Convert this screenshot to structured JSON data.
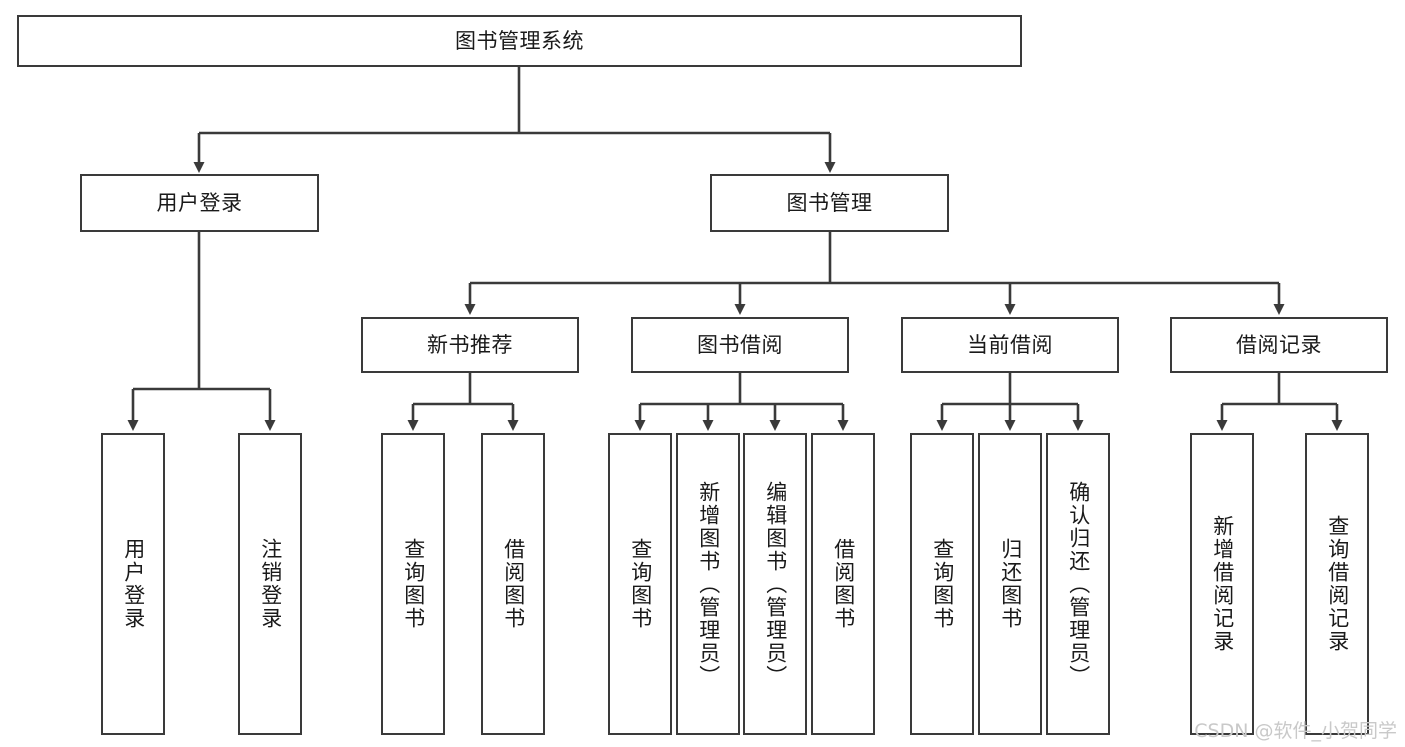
{
  "diagram": {
    "title": "图书管理系统",
    "type": "hierarchy-tree",
    "watermark": "CSDN @软件_小贺同学",
    "colors": {
      "stroke": "#3a3a3a",
      "fill": "#ffffff",
      "text": "#1a1a1a",
      "watermark": "#c9c9c9"
    },
    "nodes": {
      "root": {
        "label": "图书管理系统"
      },
      "level2": [
        {
          "id": "user-login",
          "label": "用户登录"
        },
        {
          "id": "book-manage",
          "label": "图书管理"
        }
      ],
      "level3": [
        {
          "id": "new-book-rec",
          "label": "新书推荐"
        },
        {
          "id": "book-borrow",
          "label": "图书借阅"
        },
        {
          "id": "current-borrow",
          "label": "当前借阅"
        },
        {
          "id": "borrow-record",
          "label": "借阅记录"
        }
      ],
      "leaves": [
        {
          "id": "leaf-user-login",
          "label": "用户登录",
          "parent": "user-login"
        },
        {
          "id": "leaf-logout",
          "label": "注销登录",
          "parent": "user-login"
        },
        {
          "id": "leaf-query-book-1",
          "label": "查询图书",
          "parent": "new-book-rec"
        },
        {
          "id": "leaf-borrow-book-1",
          "label": "借阅图书",
          "parent": "new-book-rec"
        },
        {
          "id": "leaf-query-book-2",
          "label": "查询图书",
          "parent": "book-borrow"
        },
        {
          "id": "leaf-add-book",
          "label": "新增图书（管理员）",
          "parent": "book-borrow"
        },
        {
          "id": "leaf-edit-book",
          "label": "编辑图书（管理员）",
          "parent": "book-borrow"
        },
        {
          "id": "leaf-borrow-book-2",
          "label": "借阅图书",
          "parent": "book-borrow"
        },
        {
          "id": "leaf-query-book-3",
          "label": "查询图书",
          "parent": "current-borrow"
        },
        {
          "id": "leaf-return-book",
          "label": "归还图书",
          "parent": "current-borrow"
        },
        {
          "id": "leaf-confirm-return",
          "label": "确认归还（管理员）",
          "parent": "current-borrow"
        },
        {
          "id": "leaf-add-record",
          "label": "新增借阅记录",
          "parent": "borrow-record"
        },
        {
          "id": "leaf-query-record",
          "label": "查询借阅记录",
          "parent": "borrow-record"
        }
      ]
    }
  }
}
